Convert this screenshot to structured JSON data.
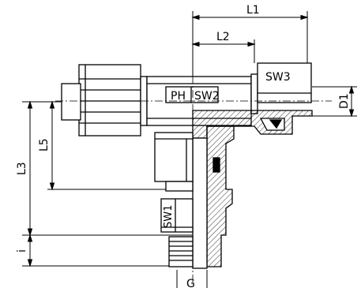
{
  "drawing": {
    "labels": {
      "L1": "L1",
      "L2": "L2",
      "SW3": "SW3",
      "D1": "D1",
      "PH": "PH",
      "SW2": "SW2",
      "L3": "L3",
      "L5": "L5",
      "SW1": "SW1",
      "i": "i",
      "G": "G"
    },
    "colors": {
      "line": "#000000",
      "background": "#ffffff"
    }
  }
}
